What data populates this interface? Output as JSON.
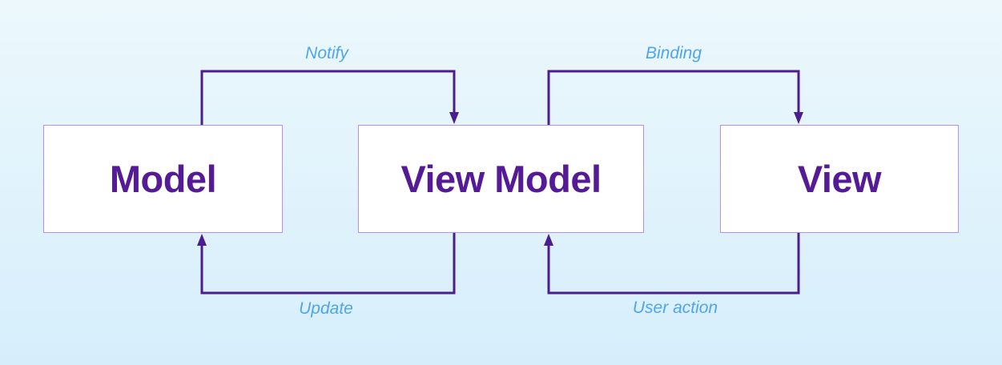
{
  "nodes": {
    "model": "Model",
    "view_model": "View Model",
    "view": "View"
  },
  "edges": {
    "notify": "Notify",
    "binding": "Binding",
    "update": "Update",
    "user_action": "User action"
  },
  "colors": {
    "box_text": "#551a95",
    "box_border": "#b78ef0",
    "connector": "#4c1d8f",
    "edge_label": "#4fa5ea",
    "background_top": "#ecf8fc",
    "background_bottom": "#d6eefc"
  }
}
